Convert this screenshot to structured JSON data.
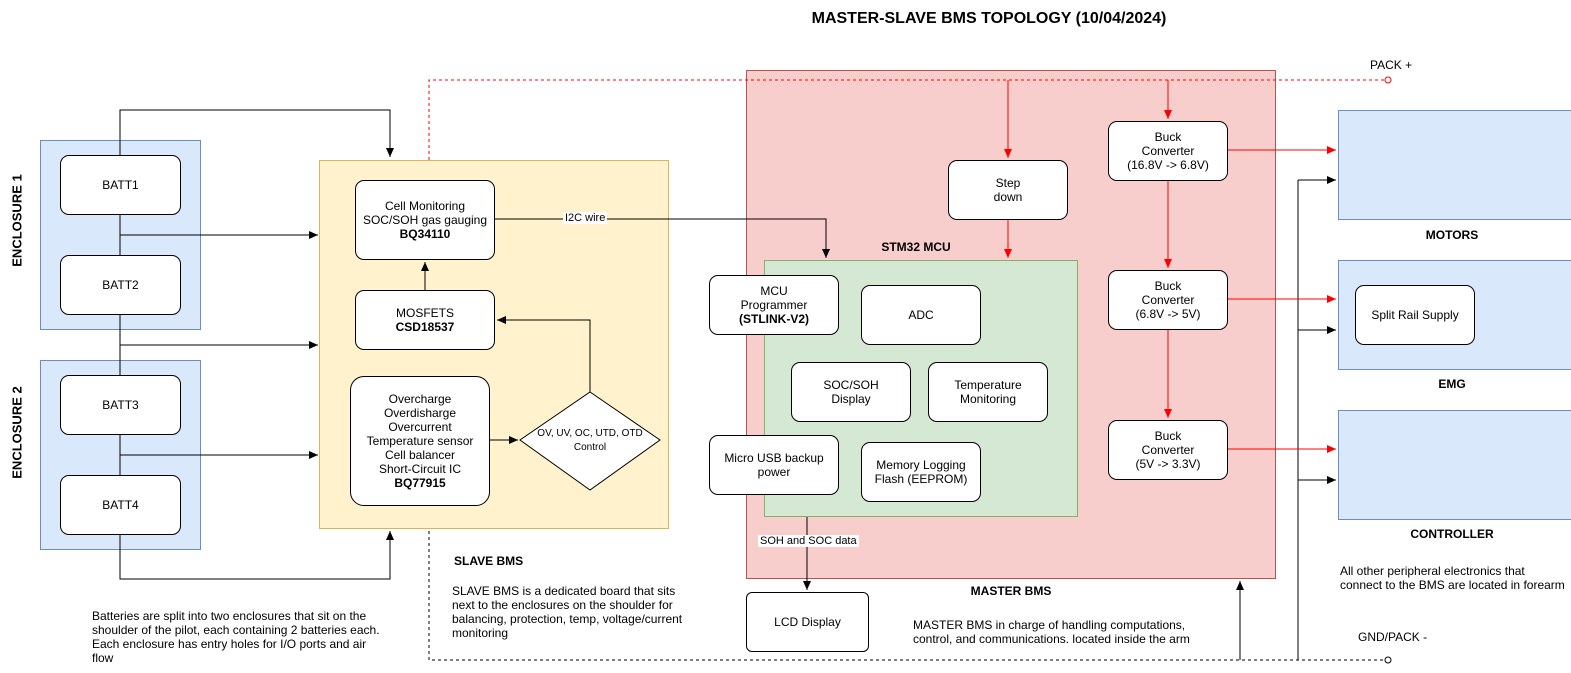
{
  "title": "MASTER-SLAVE BMS TOPOLOGY (10/04/2024)",
  "colors": {
    "enclosure_fill": "#dae8fc",
    "enclosure_border": "#6c8ebf",
    "slave_fill": "#fff2cc",
    "slave_border": "#d6b656",
    "master_fill": "#f8cecc",
    "master_border": "#b85450",
    "mcu_fill": "#d5e8d4",
    "mcu_border": "#82b366",
    "power_line": "#ff0000"
  },
  "enclosures": {
    "enclosure1_label": "ENCLOSURE 1",
    "enclosure2_label": "ENCLOSURE 2",
    "batteries": [
      "BATT1",
      "BATT2",
      "BATT3",
      "BATT4"
    ],
    "note": "Batteries are split into two enclosures that sit on the shoulder of the pilot,  each containing 2 batteries each. Each enclosure has entry holes for I/O ports and air flow"
  },
  "slave": {
    "label": "SLAVE BMS",
    "description": "SLAVE BMS is a dedicated board that sits next to the enclosures on the shoulder for balancing, protection, temp, voltage/current monitoring",
    "cell_monitoring": {
      "lines": [
        "Cell Monitoring",
        "SOC/SOH gas gauging"
      ],
      "part": "BQ34110"
    },
    "mosfets": {
      "line": "MOSFETS",
      "part": "CSD18537"
    },
    "protection": {
      "lines": [
        "Overcharge",
        "Overdisharge",
        "Overcurrent",
        "Temperature sensor",
        "Cell balancer",
        "Short-Circuit IC"
      ],
      "part": "BQ77915"
    },
    "control_diamond": {
      "line1": "OV, UV, OC, UTD, OTD",
      "line2": "Control"
    },
    "i2c_label": "I2C wire"
  },
  "master": {
    "label": "MASTER BMS",
    "description": "MASTER BMS in charge of handling computations, control, and communications. located inside the arm",
    "mcu_label": "STM32 MCU",
    "step_down": [
      "Step",
      "down"
    ],
    "programmer": {
      "lines": [
        "MCU",
        "Programmer"
      ],
      "part": "(STLINK-V2)"
    },
    "adc": "ADC",
    "soc_display": [
      "SOC/SOH",
      "Display"
    ],
    "temp_monitoring": [
      "Temperature",
      "Monitoring"
    ],
    "usb_backup": [
      "Micro USB backup",
      "power"
    ],
    "memory_logging": [
      "Memory Logging",
      "Flash (EEPROM)"
    ],
    "buck1": [
      "Buck",
      "Converter",
      "(16.8V -> 6.8V)"
    ],
    "buck2": [
      "Buck",
      "Converter",
      "(6.8V -> 5V)"
    ],
    "buck3": [
      "Buck",
      "Converter",
      "(5V -> 3.3V)"
    ],
    "soh_soc_label": "SOH and SOC data",
    "lcd": "LCD Display"
  },
  "peripherals": {
    "motors": "MOTORS",
    "emg": "EMG",
    "split_rail": "Split Rail Supply",
    "controller": "CONTROLLER",
    "note": "All other peripheral electronics that connect to the BMS are located in forearm"
  },
  "terminals": {
    "pack_plus": "PACK +",
    "gnd_pack": "GND/PACK -"
  }
}
